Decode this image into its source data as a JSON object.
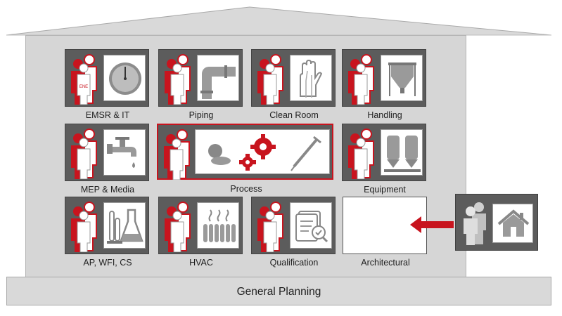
{
  "base": {
    "label": "General Planning"
  },
  "tiles": [
    {
      "label": "EMSR & IT",
      "icon": "gauge-icon"
    },
    {
      "label": "Piping",
      "icon": "pipe-icon"
    },
    {
      "label": "Clean Room",
      "icon": "gloves-icon"
    },
    {
      "label": "Handling",
      "icon": "hopper-icon"
    },
    {
      "label": "MEP & Media",
      "icon": "faucet-icon"
    },
    {
      "label": "Process",
      "icon": "gears-icon"
    },
    {
      "label": "Equipment",
      "icon": "tanks-icon"
    },
    {
      "label": "AP, WFI, CS",
      "icon": "flask-icon"
    },
    {
      "label": "HVAC",
      "icon": "radiator-icon"
    },
    {
      "label": "Qualification",
      "icon": "checklist-icon"
    },
    {
      "label": "Architectural",
      "icon": ""
    }
  ],
  "colors": {
    "accent": "#c8141e",
    "tile": "#5c5c5c",
    "wall": "#d6d6d6"
  }
}
